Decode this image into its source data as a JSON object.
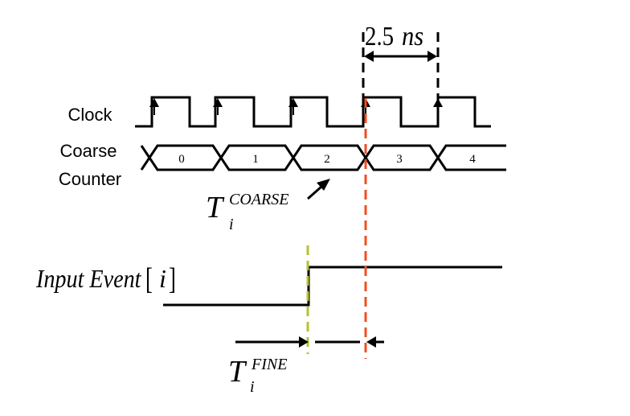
{
  "labels": {
    "clock": "Clock",
    "coarse_line1": "Coarse",
    "coarse_line2": "Counter",
    "period_value": "2.5",
    "period_unit": "ns",
    "input_event_text": "Input Event",
    "input_event_index": "i",
    "t_coarse_main": "T",
    "t_coarse_sub": "i",
    "t_coarse_sup": "COARSE",
    "t_fine_main": "T",
    "t_fine_sub": "i",
    "t_fine_sup": "FINE"
  },
  "counter_values": [
    "0",
    "1",
    "2",
    "3",
    "4"
  ],
  "colors": {
    "stroke": "#000000",
    "coarse_marker": "#f04e23",
    "fine_marker": "#b5c230"
  }
}
